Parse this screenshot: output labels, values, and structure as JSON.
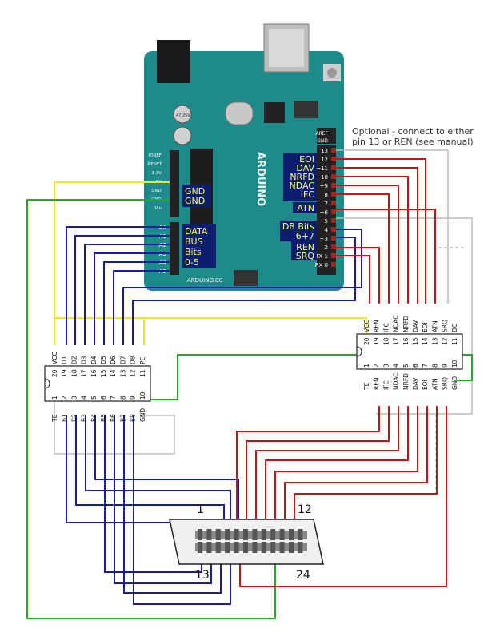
{
  "arduino": {
    "brand": "ARDUINO",
    "website": "ARDUINO.CC",
    "capacitor_label": "47 25V",
    "left_header_labels": [
      "IOREF",
      "RESET",
      "3.3V",
      "5V",
      "GND",
      "GND",
      "Vin"
    ],
    "analog_labels": [
      "A0",
      "A1",
      "A2",
      "A3",
      "A4",
      "A5"
    ],
    "digital_labels": [
      "13",
      "12",
      "~11",
      "~10",
      "~9",
      "8",
      "7",
      "~6",
      "~5",
      "4",
      "~3",
      "2",
      "TX 1",
      "RX 0"
    ],
    "top_header_labels": [
      "AREF",
      "GND"
    ]
  },
  "boxes": {
    "gnd": [
      "GND",
      "GND"
    ],
    "data_bus": [
      "DATA",
      "BUS",
      "Bits",
      "0-5"
    ],
    "signals": [
      "EOI",
      "DAV",
      "NRFD",
      "NDAC",
      "IFC"
    ],
    "atn": "ATN",
    "db_bits": [
      "DB Bits",
      "6+7"
    ],
    "ren_srq": [
      "REN",
      "SRQ"
    ]
  },
  "note": [
    "Optional - connect to either",
    "pin 13 or REN (see manual)"
  ],
  "chip1": {
    "top_pins": [
      "20",
      "19",
      "18",
      "17",
      "16",
      "15",
      "14",
      "13",
      "12",
      "11"
    ],
    "top_labels": [
      "VCC",
      "D1",
      "D2",
      "D3",
      "D4",
      "D5",
      "D6",
      "D7",
      "D8",
      "PE"
    ],
    "bottom_pins": [
      "1",
      "2",
      "3",
      "4",
      "5",
      "6",
      "7",
      "8",
      "9",
      "10"
    ],
    "bottom_labels": [
      "TE",
      "B1",
      "B2",
      "B3",
      "B4",
      "B5",
      "B6",
      "B7",
      "B8",
      "GND"
    ]
  },
  "chip2": {
    "top_pins": [
      "20",
      "19",
      "18",
      "17",
      "16",
      "15",
      "14",
      "13",
      "12",
      "11"
    ],
    "top_labels": [
      "VCC",
      "REN",
      "IFC",
      "NDAC",
      "NRFD",
      "DAV",
      "EOI",
      "ATN",
      "SRQ",
      "DC"
    ],
    "bottom_pins": [
      "1",
      "2",
      "3",
      "4",
      "5",
      "6",
      "7",
      "8",
      "9",
      "10"
    ],
    "bottom_labels": [
      "TE",
      "REN",
      "IFC",
      "NDAC",
      "NRFD",
      "DAV",
      "EOI",
      "ATN",
      "SRQ",
      "GND"
    ]
  },
  "connector": {
    "pin_1": "1",
    "pin_12": "12",
    "pin_13": "13",
    "pin_24": "24"
  },
  "colors": {
    "board": "#1f8a8a",
    "data_wire": "#1a1aa8",
    "signal_wire": "#cc1111",
    "gnd_wire": "#22aa22",
    "vcc_wire": "#e8e830",
    "optional_wire": "#bbbbbb",
    "label_box": "#0b1f6e",
    "label_text": "#ffff66"
  }
}
